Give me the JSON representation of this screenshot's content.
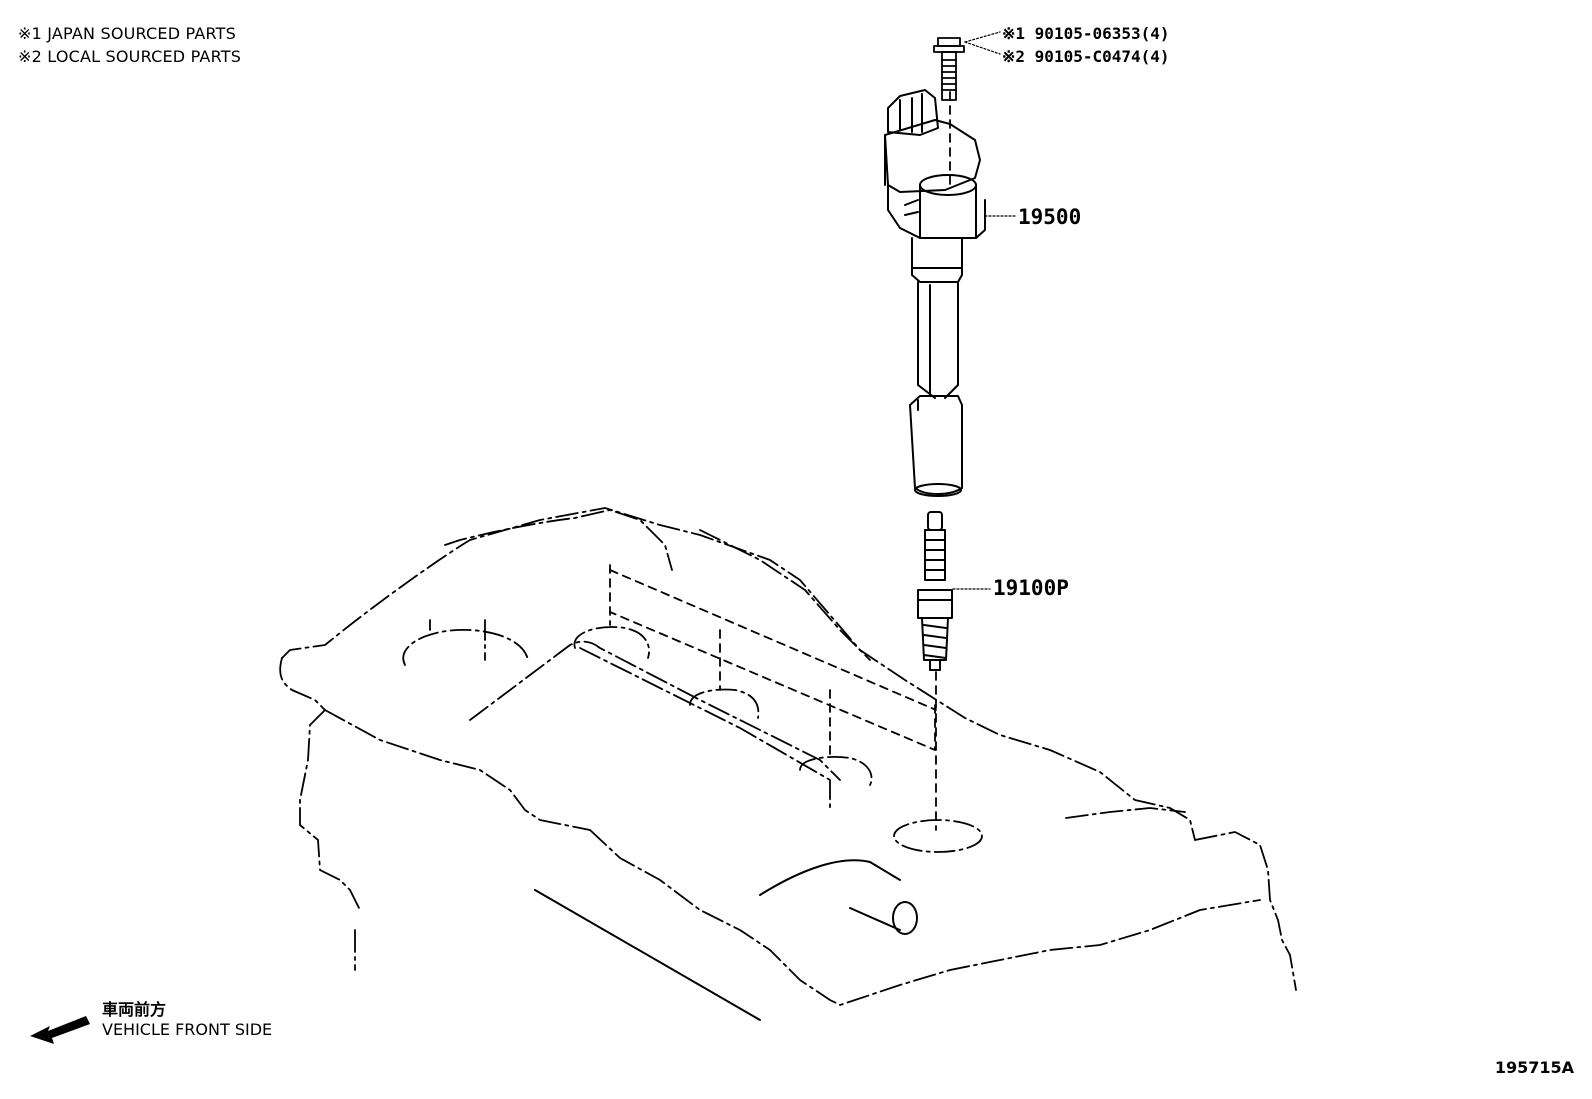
{
  "notes": [
    "※1 JAPAN SOURCED PARTS",
    "※2 LOCAL SOURCED PARTS"
  ],
  "bolt": {
    "labels": [
      "※1 90105-06353(4)",
      "※2 90105-C0474(4)"
    ]
  },
  "ignition_coil": {
    "part_number": "19500"
  },
  "spark_plug": {
    "part_number": "19100P"
  },
  "front": {
    "japanese": "車両前方",
    "english": "VEHICLE FRONT SIDE"
  },
  "illustration_number": "195715A"
}
